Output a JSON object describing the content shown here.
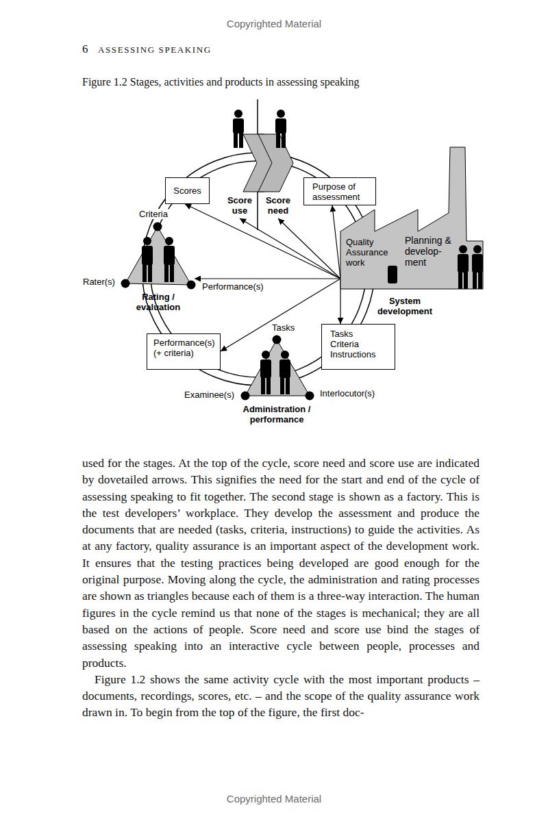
{
  "diagram": {
    "caption": "Figure 1.2 Stages, activities and products in assessing speaking",
    "nodes": [
      {
        "text": [
          "Scores"
        ]
      },
      {
        "text": [
          "Score use"
        ]
      },
      {
        "text": [
          "Score need"
        ]
      },
      {
        "text": [
          "Purpose of assessment"
        ]
      },
      {
        "text": [
          "Rating / evaluation"
        ]
      },
      {
        "text": [
          "Quality Assurance work",
          "Planning & develop- ment"
        ]
      },
      {
        "text": [
          "Performance(s) (+ criteria)"
        ]
      },
      {
        "text": [
          "Tasks Criteria Instructions"
        ]
      },
      {
        "text": [
          "Administration / performance"
        ]
      }
    ],
    "edges": [
      {
        "from": 5,
        "to": 0,
        "arrow": "to"
      },
      {
        "from": 5,
        "to": 1,
        "arrow": "to"
      },
      {
        "from": 5,
        "to": 2,
        "arrow": "to"
      },
      {
        "from": 5,
        "to": 3,
        "arrow": "to"
      },
      {
        "from": 5,
        "to": 4,
        "arrow": "to"
      },
      {
        "from": 5,
        "to": 6,
        "arrow": "to"
      },
      {
        "from": 5,
        "to": 7,
        "arrow": "to"
      }
    ],
    "labels": [
      "Copyrighted Material",
      "6",
      "ASSESSING SPEAKING",
      "Criteria",
      "Rater(s)",
      "Performance(s)",
      "System development",
      "Tasks",
      "Examinee(s)",
      "Interlocutor(s)",
      "used for the stages. At the top of the cycle, score need and score use are indicated by dovetailed arrows. This signifies the need for the start and end of the cycle of assessing speaking to fit together. The second stage is shown as a factory. This is the test developers’ workplace. They develop the assessment and produce the documents that are needed (tasks, criteria, instructions) to guide the activities. As at any factory, quality assurance is an important aspect of the development work. It ensures that the testing practices being developed are good enough for the original purpose. Moving along the cycle, the administration and rating processes are shown as triangles because each of them is a three-way interaction. The human figures in the cycle remind us that none of the stages is mechanical; they are all based on the actions of people. Score need and score use bind the stages of assessing speaking into an interactive cycle between people, processes and products.",
      "Figure 1.2 shows the same activity cycle with the most important products – documents, recordings, scores, etc. – and the scope of the quality assurance work drawn in. To begin from the top of the figure, the first doc-",
      "Copyrighted Material"
    ]
  }
}
